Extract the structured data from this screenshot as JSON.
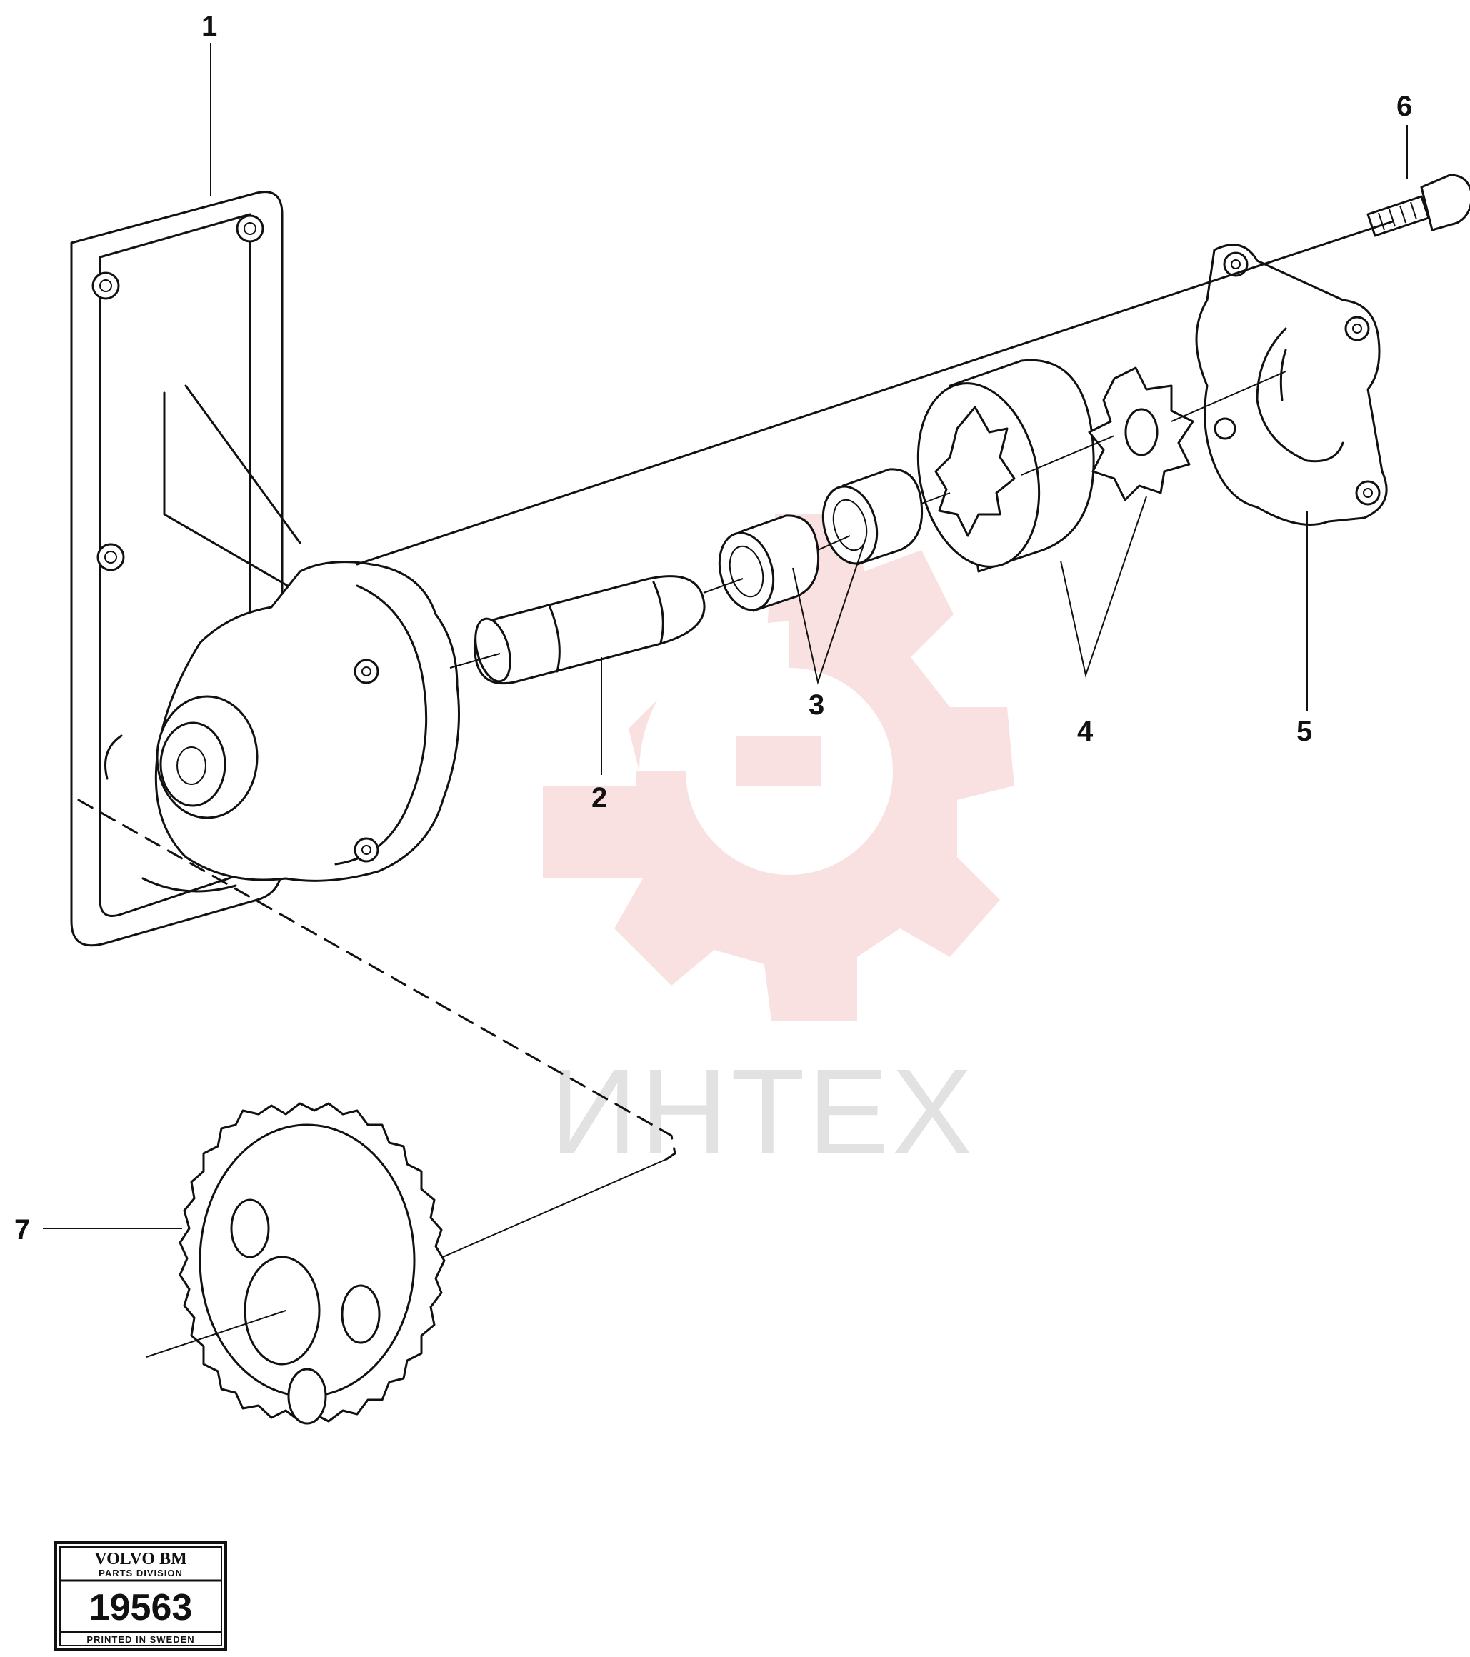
{
  "diagram": {
    "callouts": [
      {
        "id": "1",
        "label": "1"
      },
      {
        "id": "2",
        "label": "2"
      },
      {
        "id": "3",
        "label": "3"
      },
      {
        "id": "4",
        "label": "4"
      },
      {
        "id": "5",
        "label": "5"
      },
      {
        "id": "6",
        "label": "6"
      },
      {
        "id": "7",
        "label": "7"
      }
    ]
  },
  "watermark": {
    "text": "ИНТЕХ",
    "color": "#f3b8b8"
  },
  "plate": {
    "brand": "VOLVO BM",
    "division": "PARTS DIVISION",
    "number": "19563",
    "footer": "PRINTED IN SWEDEN"
  }
}
